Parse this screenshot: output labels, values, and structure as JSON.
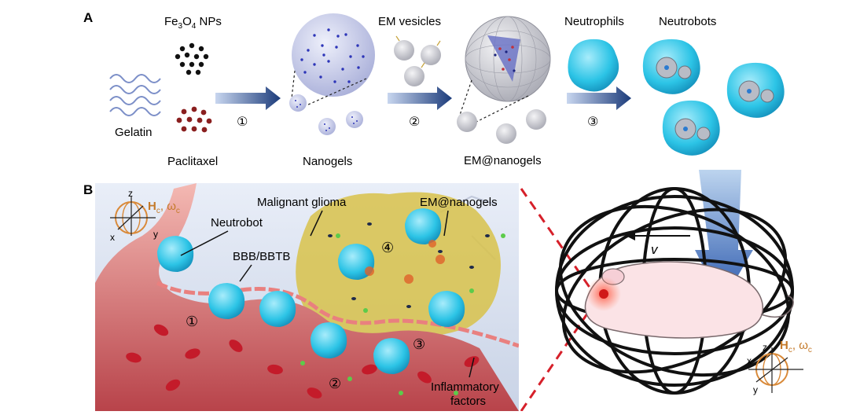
{
  "panels": {
    "a": {
      "letter": "A",
      "materials": {
        "np_base": "Fe",
        "np_sub1": "3",
        "np_mid": "O",
        "np_sub2": "4",
        "np_tail": " NPs",
        "gelatin": "Gelatin",
        "paclitaxel": "Paclitaxel"
      },
      "stages": {
        "nanogels": "Nanogels",
        "em_vesicles": "EM vesicles",
        "em_nanogels": "EM@nanogels",
        "neutrophils": "Neutrophils",
        "neutrobots": "Neutrobots"
      },
      "steps": [
        "①",
        "②",
        "③"
      ]
    },
    "b": {
      "letter": "B",
      "labels": {
        "malignant_glioma": "Malignant glioma",
        "em_nanogels": "EM@nanogels",
        "neutrobot": "Neutrobot",
        "bbb": "BBB/BBTB",
        "inflammatory_1": "Inflammatory",
        "inflammatory_2": "factors",
        "velocity": "v"
      },
      "steps": [
        "①",
        "②",
        "③",
        "④"
      ],
      "field": {
        "h_symbol": "H",
        "h_sub": "c",
        "sep": ", ",
        "w_symbol": "ω",
        "w_sub": "c",
        "axis_z": "z",
        "axis_x": "x",
        "axis_y": "y"
      }
    }
  },
  "colors": {
    "arrow_dark": "#1b3b7a",
    "neutrophil": "#2cc4e6",
    "vessel": "#c9545a",
    "tumor": "#d8c24a",
    "field_ring": "#d98a3a"
  }
}
